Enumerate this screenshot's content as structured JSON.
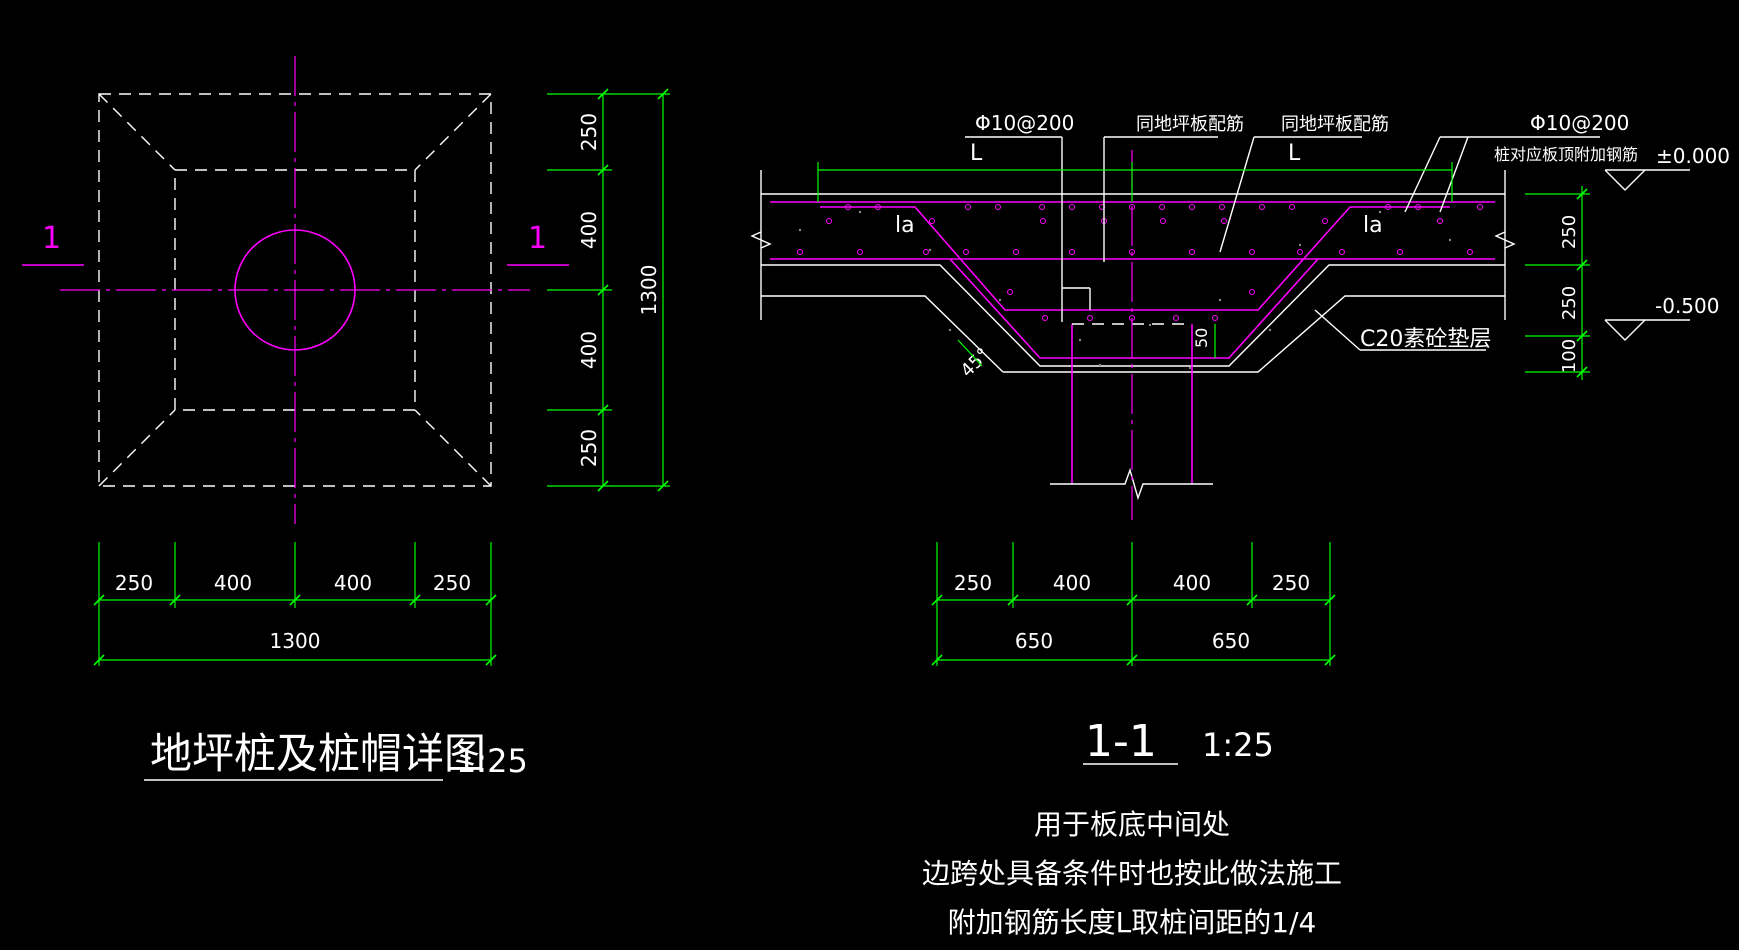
{
  "plan": {
    "title": "地坪桩及桩帽详图",
    "scale": "1:25",
    "section_mark_left": "1",
    "section_mark_right": "1",
    "dims_right": [
      "250",
      "400",
      "400",
      "250"
    ],
    "dim_right_total": "1300",
    "dims_bottom": [
      "250",
      "400",
      "400",
      "250"
    ],
    "dim_bottom_total": "1300"
  },
  "section": {
    "title": "1-1",
    "scale": "1:25",
    "label_rebar_left": "Φ10@200",
    "label_L_left": "L",
    "label_slab_rebar_1": "同地坪板配筋",
    "label_slab_rebar_2": "同地坪板配筋",
    "label_L_mid": "L",
    "label_rebar_right": "Φ10@200",
    "label_extra_rebar": "桩对应板顶附加钢筋",
    "label_la_left": "la",
    "label_la_right": "la",
    "label_angle": "45°",
    "label_50": "50",
    "label_cushion": "C20素砼垫层",
    "elev_top": "±0.000",
    "elev_bottom": "-0.500",
    "dims_right": [
      "250",
      "250",
      "100"
    ],
    "dims_bottom": [
      "250",
      "400",
      "400",
      "250"
    ],
    "dims_bottom_total": [
      "650",
      "650"
    ]
  },
  "notes": [
    "用于板底中间处",
    "边跨处具备条件时也按此做法施工",
    "附加钢筋长度L取桩间距的1/4"
  ]
}
